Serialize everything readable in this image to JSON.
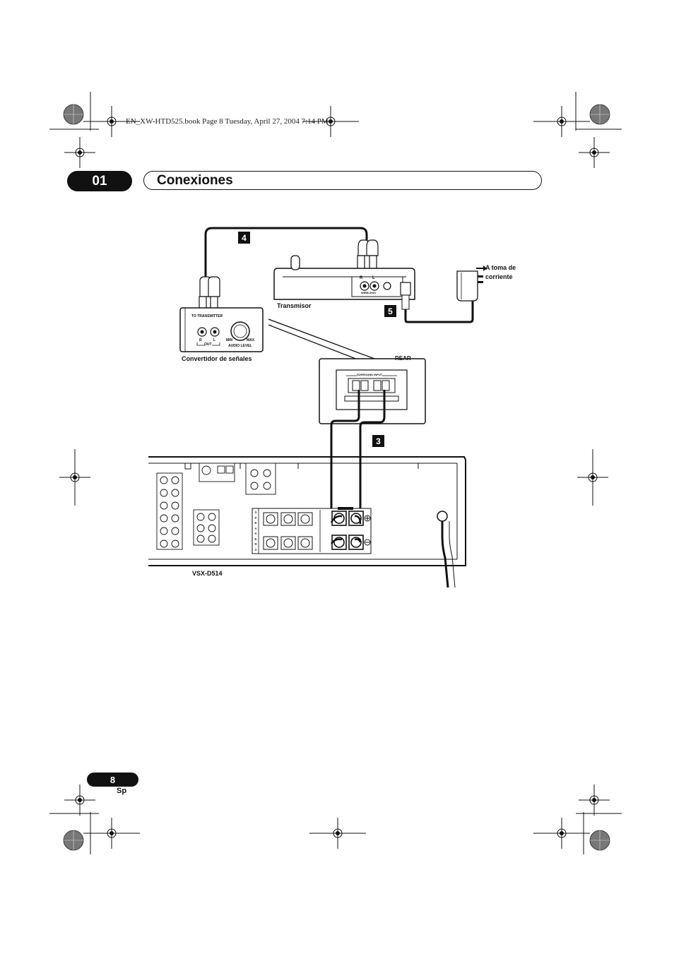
{
  "print_header": "EN_XW-HTD525.book  Page 8  Tuesday, April 27, 2004  7:14 PM",
  "chapter": {
    "number": "01",
    "title": "Conexiones"
  },
  "steps": {
    "s3": "3",
    "s4": "4",
    "s5": "5"
  },
  "transmitter": {
    "label": "Transmisor",
    "jack_r": "R",
    "jack_l": "L",
    "wireless": "WIRELESS"
  },
  "converter": {
    "label": "Convertidor de señales",
    "to_transmitter": "TO TRANSMITTER",
    "r": "R",
    "l": "L",
    "out": "OUT",
    "min": "MIN",
    "max": "MAX",
    "audio_level": "AUDIO LEVEL"
  },
  "outlet": {
    "line1": "A toma de",
    "line2": "corriente"
  },
  "rear_panel": {
    "label": "REAR",
    "surround_input": "SURROUND INPUT"
  },
  "receiver": {
    "model": "VSX-D514",
    "speakers": [
      "S",
      "P",
      "E",
      "A",
      "K",
      "E",
      "R",
      "S"
    ]
  },
  "page": {
    "number": "8",
    "lang": "Sp"
  }
}
